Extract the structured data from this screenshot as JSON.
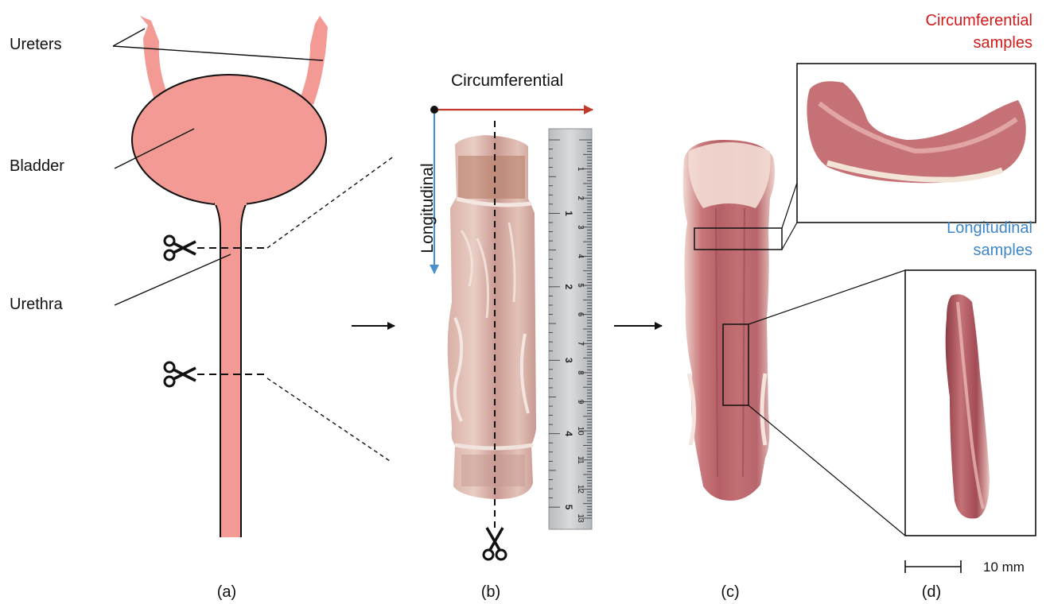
{
  "labels": {
    "ureters": "Ureters",
    "bladder": "Bladder",
    "urethra": "Urethra",
    "circumferential": "Circumferential",
    "longitudinal": "Longitudinal",
    "circumferential_samples_line1": "Circumferential",
    "circumferential_samples_line2": "samples",
    "longitudinal_samples_line1": "Longitudinal",
    "longitudinal_samples_line2": "samples",
    "scale": "10 mm"
  },
  "panels": {
    "a": "(a)",
    "b": "(b)",
    "c": "(c)",
    "d": "(d)"
  },
  "ruler": {
    "cm_labels": [
      "1",
      "2",
      "3",
      "4",
      "5",
      "6",
      "7",
      "8",
      "9",
      "10",
      "11",
      "12",
      "13"
    ],
    "inch_labels": [
      "1",
      "2",
      "3",
      "4",
      "5"
    ]
  },
  "colors": {
    "organ": "#f39a95",
    "circumferential_arrow": "#c0392b",
    "longitudinal_arrow": "#4a90cf",
    "circumferential_text": "#d11a1a",
    "longitudinal_text": "#3e86c8",
    "tissue_light": "#ecc9bf",
    "tissue_dark": "#b86a6e"
  },
  "icons": [
    "scissors-icon",
    "arrow-right-icon"
  ]
}
